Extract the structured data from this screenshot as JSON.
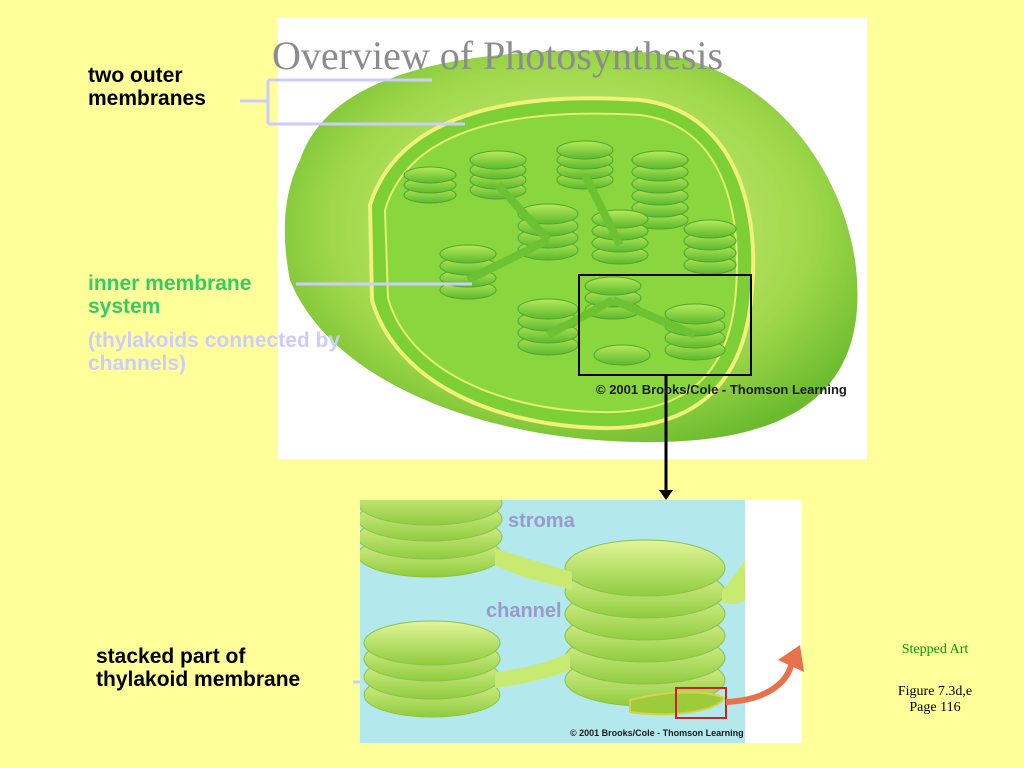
{
  "title": "Overview of Photosynthesis",
  "labels": {
    "outer_line1": "two outer",
    "outer_line2": "membranes",
    "inner_line1": "inner membrane",
    "inner_line2": "system",
    "inner_paren1": "(thylakoids connected by",
    "inner_paren2": "channels)",
    "stacked_line1": "stacked part of",
    "stacked_line2": "thylakoid membrane",
    "stroma": "stroma",
    "channel": "channel"
  },
  "figure_notes": {
    "stepped_art": "Stepped Art",
    "figure_ref": "Figure 7.3d,e",
    "page_ref": "Page 116"
  },
  "copyright_top": "© 2001 Brooks/Cole - Thomson Learning",
  "copyright_bottom": "© 2001 Brooks/Cole - Thomson Learning",
  "colors": {
    "background": "#ffff99",
    "title": "#8c8c8c",
    "green_label": "#33cc66",
    "lavender_label": "#ccccff",
    "stroma_label": "#9999cc",
    "stroma_bg": "#b3e8ec",
    "arrow_orange": "#e8704a"
  }
}
